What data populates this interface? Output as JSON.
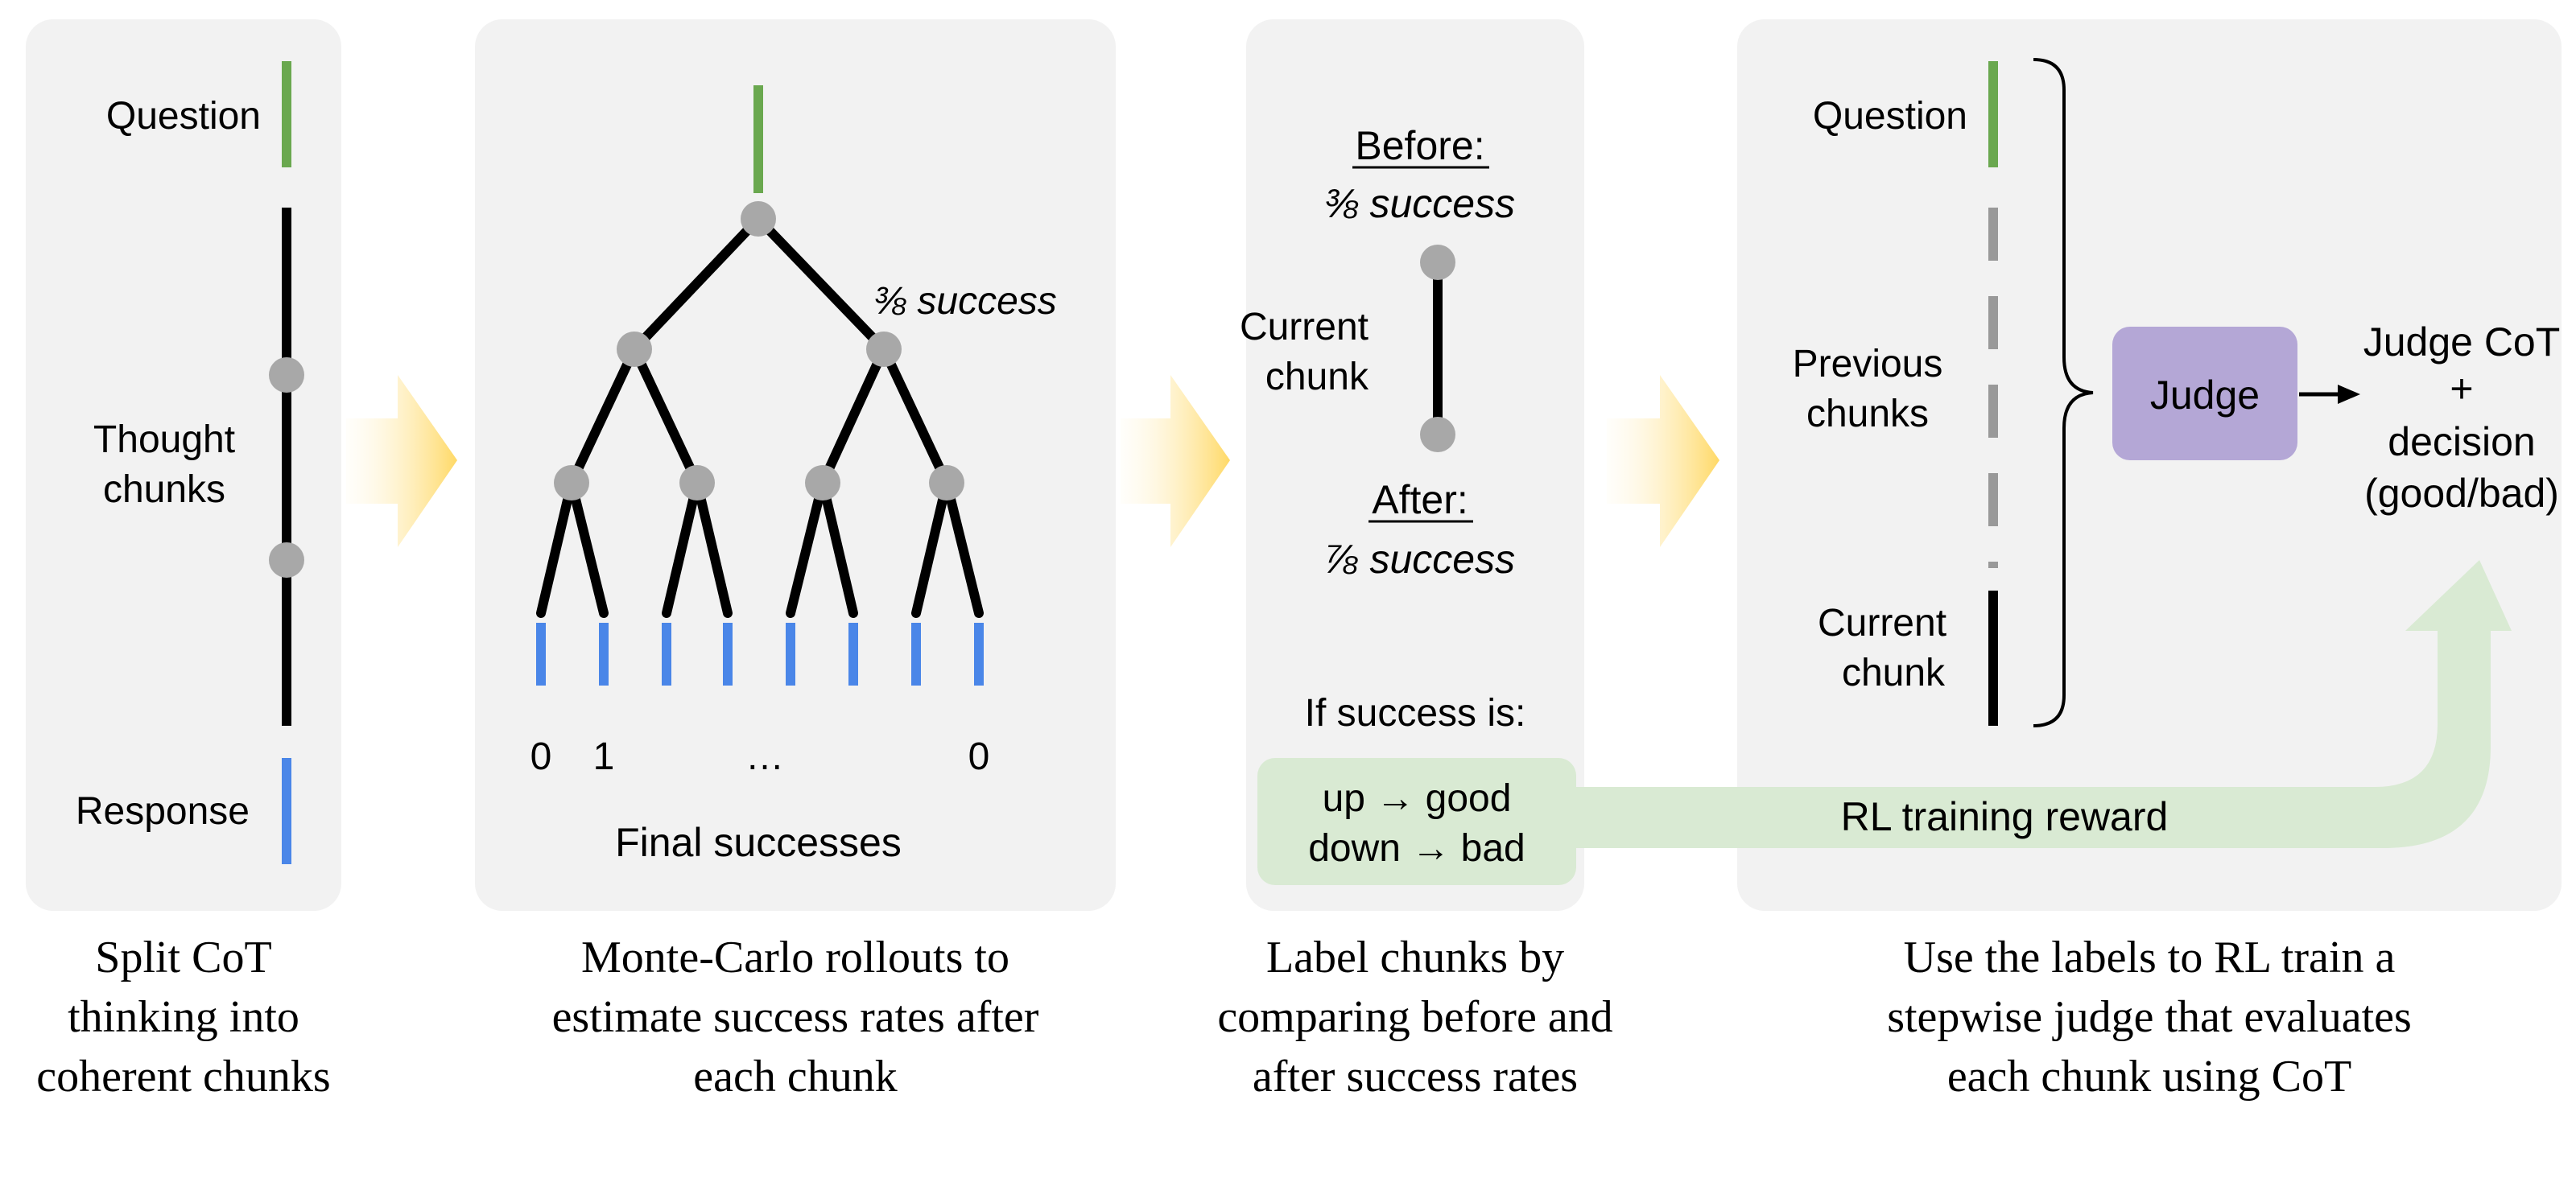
{
  "colors": {
    "panel": "#f2f2f2",
    "question": "#6aa84f",
    "response": "#4a86e8",
    "line": "#000000",
    "node": "#a8a8a8",
    "previous": "#999999",
    "judge_box": "#b4a7d6",
    "reward": "#d9ead3",
    "arrow_from": "#fff7e0",
    "arrow_to": "#ffd966"
  },
  "panel1": {
    "question_label": "Question",
    "thought_label_1": "Thought",
    "thought_label_2": "chunks",
    "response_label": "Response",
    "caption": [
      "Split CoT",
      "thinking into",
      "coherent chunks"
    ]
  },
  "panel2": {
    "success_label": "⅜ success",
    "leaf_values": [
      "0",
      "1",
      "…",
      "0"
    ],
    "final_label": "Final successes",
    "caption": [
      "Monte-Carlo rollouts to",
      "estimate success rates after",
      "each chunk"
    ]
  },
  "panel3": {
    "before_heading": "Before:",
    "before_value": "⅜ success",
    "chunk_label_1": "Current",
    "chunk_label_2": "chunk",
    "after_heading": "After:",
    "after_value": "⅞ success",
    "if_label": "If success is:",
    "rule_up": "up → good",
    "rule_down": "down → bad",
    "caption": [
      "Label chunks by",
      "comparing before and",
      "after success rates"
    ]
  },
  "panel4": {
    "question_label": "Question",
    "previous_label_1": "Previous",
    "previous_label_2": "chunks",
    "current_label_1": "Current",
    "current_label_2": "chunk",
    "judge_label": "Judge",
    "output_lines": [
      "Judge CoT",
      "+",
      "decision",
      "(good/bad)"
    ],
    "reward_label": "RL training reward",
    "caption": [
      "Use the labels to RL train a",
      "stepwise judge that evaluates",
      "each chunk using CoT"
    ]
  }
}
